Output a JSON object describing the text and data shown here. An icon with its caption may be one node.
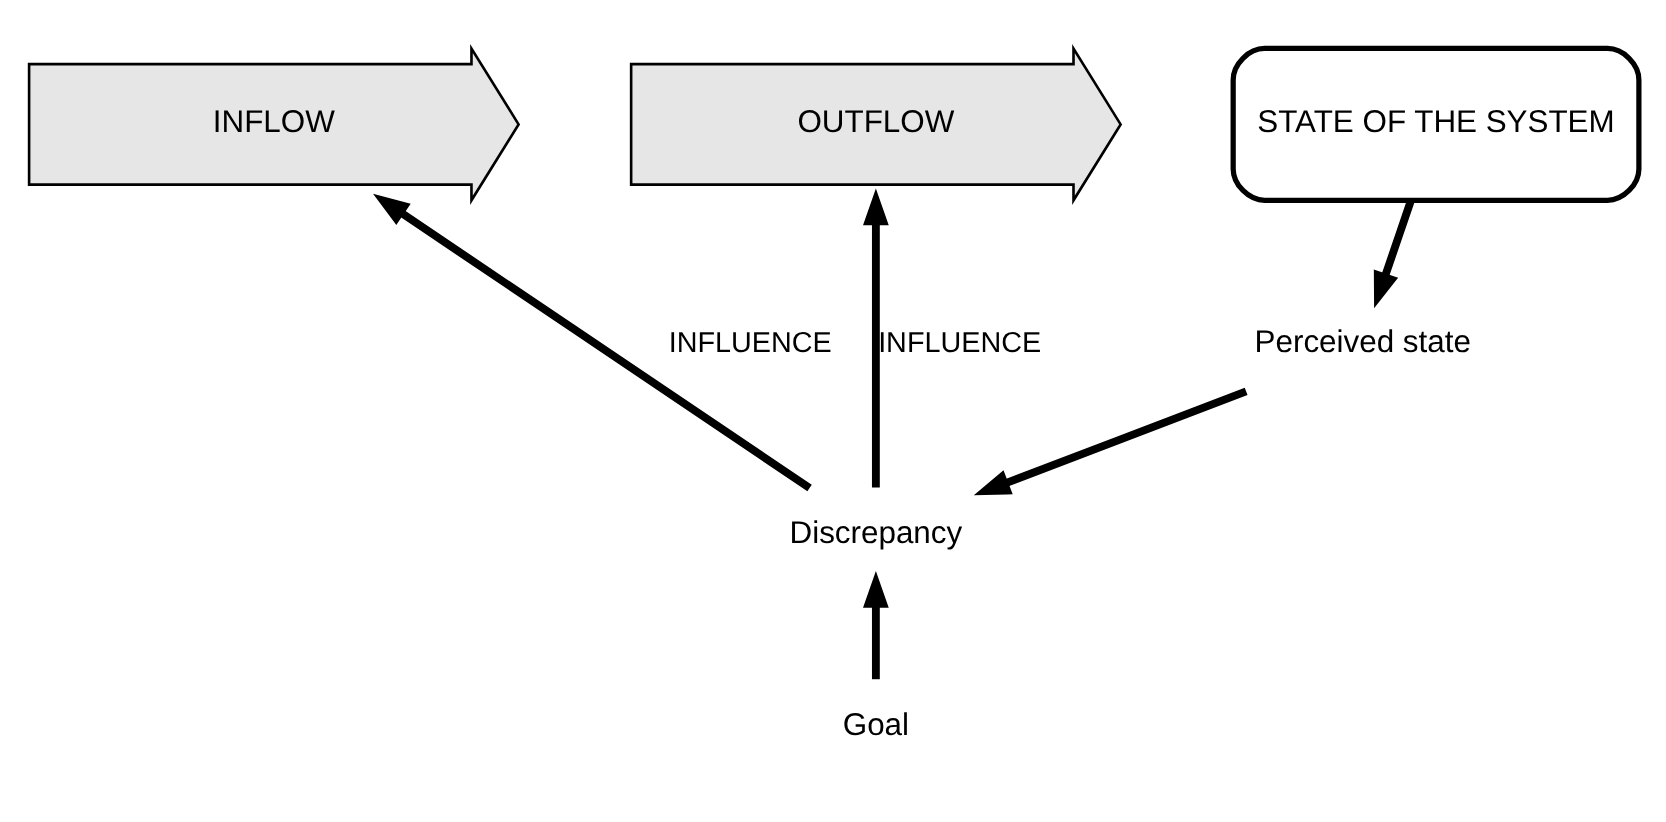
{
  "diagram": {
    "nodes": [
      {
        "text": [
          "INFLOW"
        ]
      },
      {
        "text": [
          "STATE OF THE SYSTEM"
        ]
      },
      {
        "text": [
          "OUTFLOW"
        ]
      },
      {
        "text": [
          "Perceived state"
        ]
      },
      {
        "text": [
          "Discrepancy"
        ]
      },
      {
        "text": [
          "Goal"
        ]
      }
    ],
    "edges": [
      {
        "from": 1,
        "to": 3,
        "arrow": "to"
      },
      {
        "from": 3,
        "to": 4,
        "arrow": "to"
      },
      {
        "from": 5,
        "to": 4,
        "arrow": "to"
      },
      {
        "from": 4,
        "to": 0,
        "label": "INFLUENCE",
        "arrow": "to"
      },
      {
        "from": 4,
        "to": 2,
        "label": "INFLUENCE",
        "arrow": "to"
      }
    ]
  }
}
